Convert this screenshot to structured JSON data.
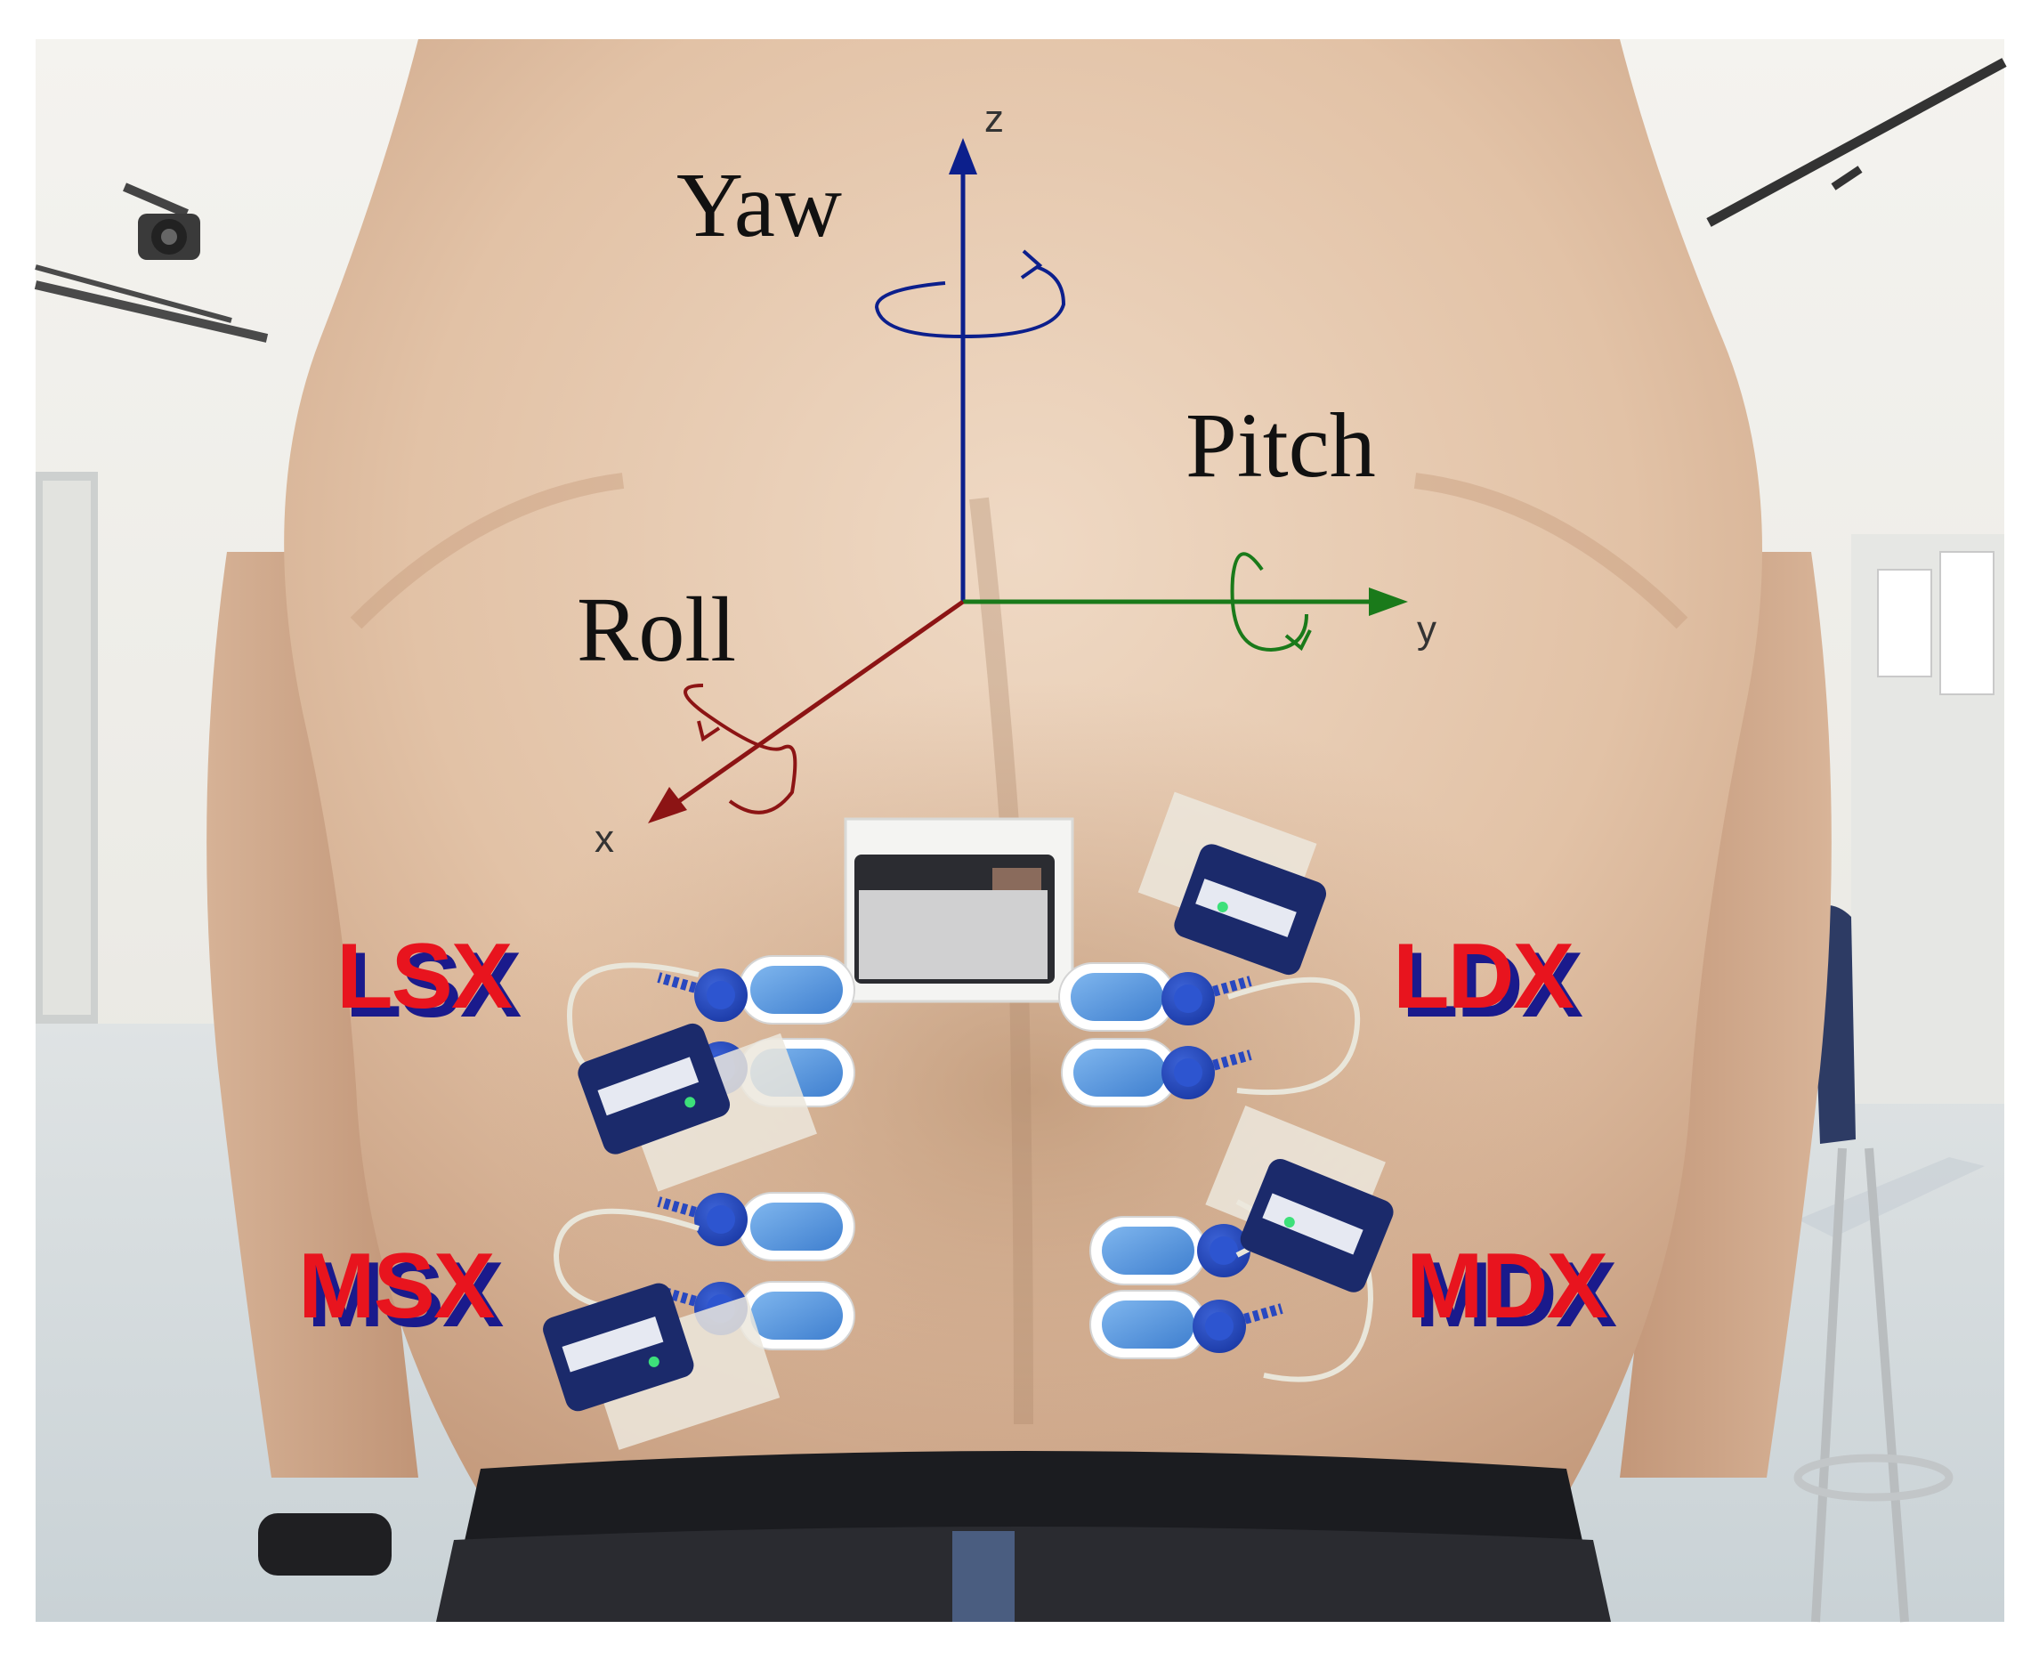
{
  "figure": {
    "rotations": {
      "yaw": "Yaw",
      "pitch": "Pitch",
      "roll": "Roll"
    },
    "axes": {
      "z": "z",
      "y": "y",
      "x": "x"
    },
    "sensors": {
      "lsx": "LSX",
      "ldx": "LDX",
      "msx": "MSX",
      "mdx": "MDX"
    },
    "colors": {
      "z_axis": "#0c1f8c",
      "y_axis": "#1a7a1a",
      "x_axis": "#8c1414",
      "label_fill": "#e8141e",
      "label_shadow": "#1a1a8c",
      "skin": "#d9b79a",
      "background": "#f3f1ec"
    }
  }
}
